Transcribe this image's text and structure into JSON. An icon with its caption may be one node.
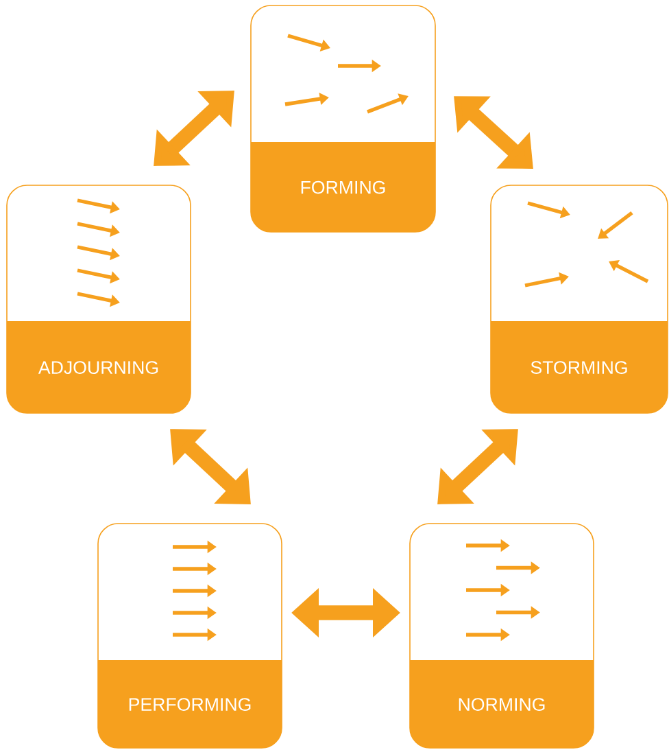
{
  "diagram": {
    "nodes": [
      {
        "text": [
          "FORMING"
        ]
      },
      {
        "text": [
          "STORMING"
        ]
      },
      {
        "text": [
          "NORMING"
        ]
      },
      {
        "text": [
          "PERFORMING"
        ]
      },
      {
        "text": [
          "ADJOURNING"
        ]
      }
    ],
    "edges": [
      {
        "from": 0,
        "to": 1,
        "arrow": "both"
      },
      {
        "from": 1,
        "to": 2,
        "arrow": "both"
      },
      {
        "from": 2,
        "to": 3,
        "arrow": "both"
      },
      {
        "from": 3,
        "to": 4,
        "arrow": "both"
      },
      {
        "from": 4,
        "to": 0,
        "arrow": "both"
      }
    ]
  }
}
